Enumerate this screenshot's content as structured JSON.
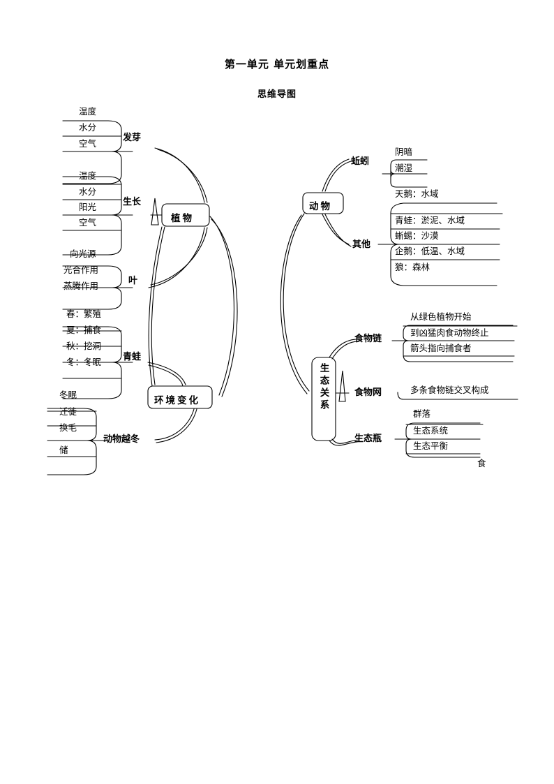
{
  "header": {
    "title": "第一单元  单元划重点",
    "subtitle": "思维导图"
  },
  "nodes": {
    "plant": "植物",
    "environment": "环境变化",
    "animal": "动物",
    "ecology": "生态关系"
  },
  "branches": {
    "germination": "发芽",
    "growth": "生长",
    "leaf": "叶",
    "frog": "青蛙",
    "overwinter": "动物越冬",
    "earthworm": "蚯蚓",
    "others": "其他",
    "foodchain": "食物链",
    "foodweb": "食物网",
    "ecobottle": "生态瓶"
  },
  "leaves": {
    "germination": [
      "温度",
      "水分",
      "空气"
    ],
    "growth": [
      "温度",
      "水分",
      "阳光",
      "空气",
      "向光源"
    ],
    "leaf": [
      "光合作用",
      "蒸腾作用"
    ],
    "frog": [
      "春：繁殖",
      "夏：捕食",
      "秋：挖洞",
      "冬：冬眠"
    ],
    "overwinter": [
      "冬眠",
      "迁徙",
      "换毛",
      "储"
    ],
    "earthworm": [
      "阴暗",
      "潮湿"
    ],
    "others": [
      "天鹅：水域",
      "青蛙：淤泥、水域",
      "蜥蜴：沙漠",
      "企鹅：低温、水域",
      "狼：森林"
    ],
    "foodchain": [
      "从绿色植物开始",
      "到凶猛肉食动物终止",
      "箭头指向捕食者"
    ],
    "foodweb": [
      "多条食物链交叉构成"
    ],
    "ecobottle": [
      "群落",
      "生态系统",
      "生态平衡"
    ]
  },
  "stray": {
    "char": "食"
  },
  "colors": {
    "ink": "#000000",
    "paper": "#ffffff"
  }
}
